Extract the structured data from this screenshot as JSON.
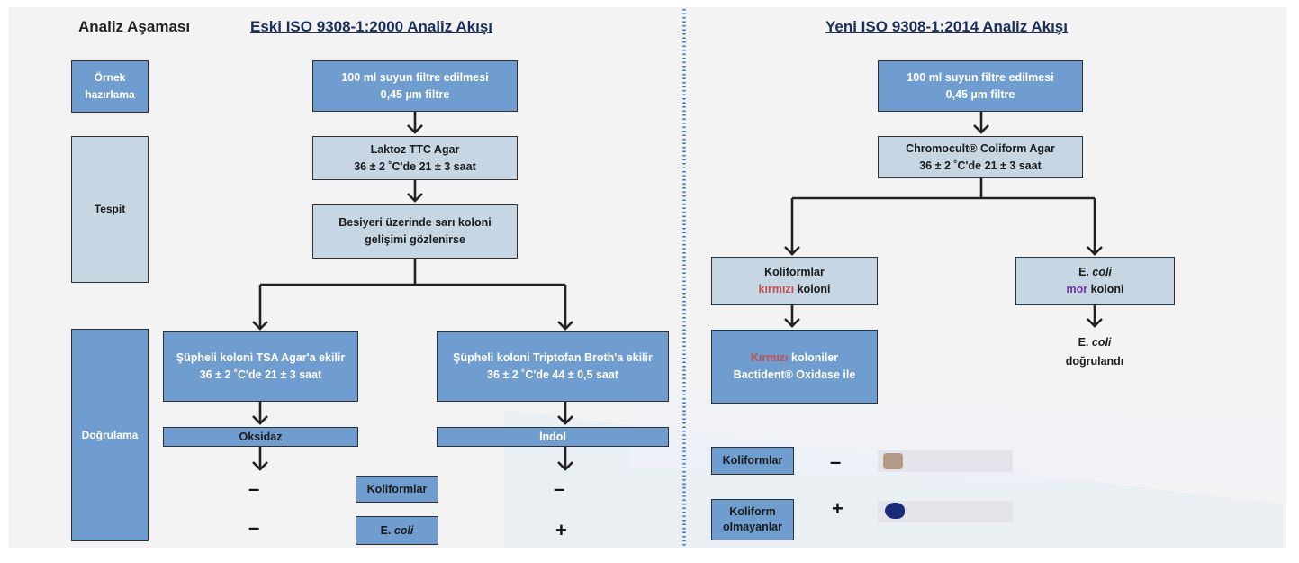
{
  "headings": {
    "stage": "Analiz Aşaması",
    "old": "Eski ISO 9308-1:2000 Analiz Akışı",
    "new": "Yeni ISO 9308-1:2014 Analiz Akışı"
  },
  "stages": {
    "prep_1": "Örnek",
    "prep_2": "hazırlama",
    "detect": "Tespit",
    "confirm": "Doğrulama"
  },
  "old_flow": {
    "filter_1": "100 ml suyun filtre edilmesi",
    "filter_2": "0,45 µm filtre",
    "agar_1": "Laktoz TTC Agar",
    "agar_2": "36 ± 2 ˚C'de 21 ± 3 saat",
    "yellow_1": "Besiyeri üzerinde sarı koloni",
    "yellow_2": "gelişimi gözlenirse",
    "tsa_1": "Şüpheli koloni TSA Agar'a ekilir",
    "tsa_2": "36 ± 2 ˚C'de 21 ± 3 saat",
    "trypt_1": "Şüpheli koloni Triptofan Broth'a ekilir",
    "trypt_2": "36 ± 2 ˚C'de 44 ± 0,5 saat",
    "oxidase": "Oksidaz",
    "indole": "İndol",
    "coliform_label": "Koliformlar",
    "ecoli_label_1": "E. ",
    "ecoli_label_2": "coli",
    "sign_oxidase_coliform": "–",
    "sign_oxidase_ecoli": "–",
    "sign_indole_coliform": "–",
    "sign_indole_ecoli": "+"
  },
  "new_flow": {
    "filter_1": "100 ml suyun filtre edilmesi",
    "filter_2": "0,45 µm filtre",
    "agar_1": "Chromocult® Coliform Agar",
    "agar_2": "36 ± 2 ˚C'de 21 ± 3 saat",
    "coliform_1": "Koliformlar",
    "coliform_2a": "kırmızı",
    "coliform_2b": " koloni",
    "ecoli_1a": "E. ",
    "ecoli_1b": "coli",
    "ecoli_2a": "mor",
    "ecoli_2b": " koloni",
    "red_1a": "Kırmızı",
    "red_1b": " koloniler",
    "red_2": "Bactident® Oxidase ile",
    "confirmed_1a": "E. ",
    "confirmed_1b": "coli",
    "confirmed_2": "doğrulandı",
    "coliform_label": "Koliformlar",
    "non_coliform_1": "Koliform",
    "non_coliform_2": "olmayanlar",
    "sign_coliform": "–",
    "sign_non_coliform": "+"
  },
  "colors": {
    "box_blue": "#6f9dd0",
    "box_light": "#c7d6e3",
    "divider": "#2e75c9",
    "red_text": "#c0504d",
    "purple_text": "#7030a0"
  }
}
